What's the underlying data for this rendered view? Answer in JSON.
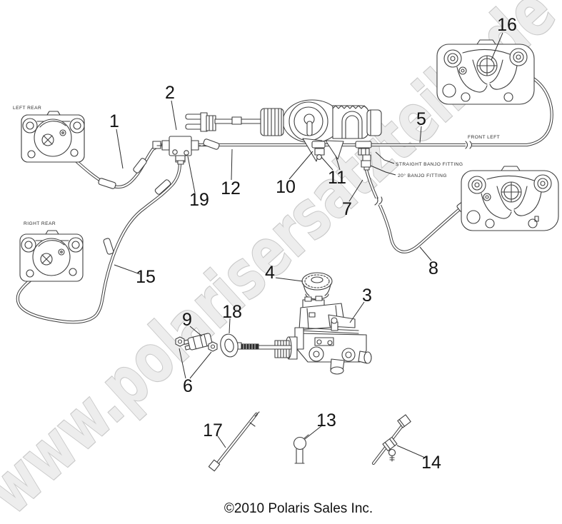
{
  "diagram": {
    "watermark": "www.polarisersatzteile.de",
    "copyright": "©2010 Polaris Sales Inc.",
    "colors": {
      "line": "#3f3f3f",
      "label": "#121212",
      "watermark_fill": "#ededed",
      "watermark_outline": "#c9c9c9",
      "background": "#ffffff"
    },
    "annotations": {
      "left_rear": "LEFT REAR",
      "right_rear": "RIGHT REAR",
      "front_left": "FRONT LEFT",
      "straight_banjo": "STRAIGHT BANJO FITTING",
      "banjo_20": "20° BANJO FITTING"
    },
    "callouts": [
      {
        "label": "1"
      },
      {
        "label": "2"
      },
      {
        "label": "3"
      },
      {
        "label": "4"
      },
      {
        "label": "5"
      },
      {
        "label": "6"
      },
      {
        "label": "7"
      },
      {
        "label": "8"
      },
      {
        "label": "9"
      },
      {
        "label": "10"
      },
      {
        "label": "11"
      },
      {
        "label": "12"
      },
      {
        "label": "13"
      },
      {
        "label": "14"
      },
      {
        "label": "15"
      },
      {
        "label": "16"
      },
      {
        "label": "17"
      },
      {
        "label": "18"
      },
      {
        "label": "19"
      }
    ]
  }
}
